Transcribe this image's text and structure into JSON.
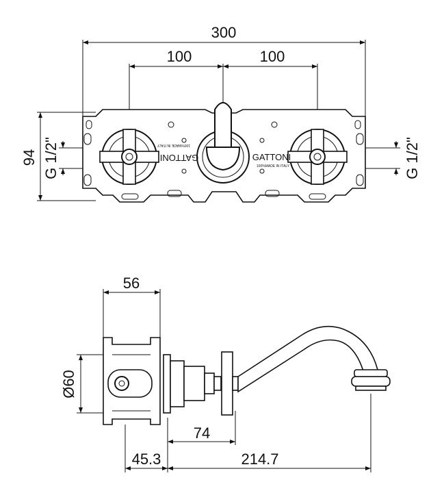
{
  "front_view": {
    "dim_total_width": "300",
    "dim_left_spacing": "100",
    "dim_right_spacing": "100",
    "dim_height": "94",
    "left_connection": "G 1/2\"",
    "right_connection": "G 1/2\"",
    "brand_left": "GATTONI",
    "brand_right": "GATTONI",
    "made_in_left": "100%MADE IN ITALY",
    "made_in_right": "100%MADE IN ITALY"
  },
  "side_view": {
    "dim_body_depth": "56",
    "dim_diameter": "Ø60",
    "dim_handle_offset": "74",
    "dim_wall_offset": "45.3",
    "dim_spout_reach": "214.7"
  }
}
